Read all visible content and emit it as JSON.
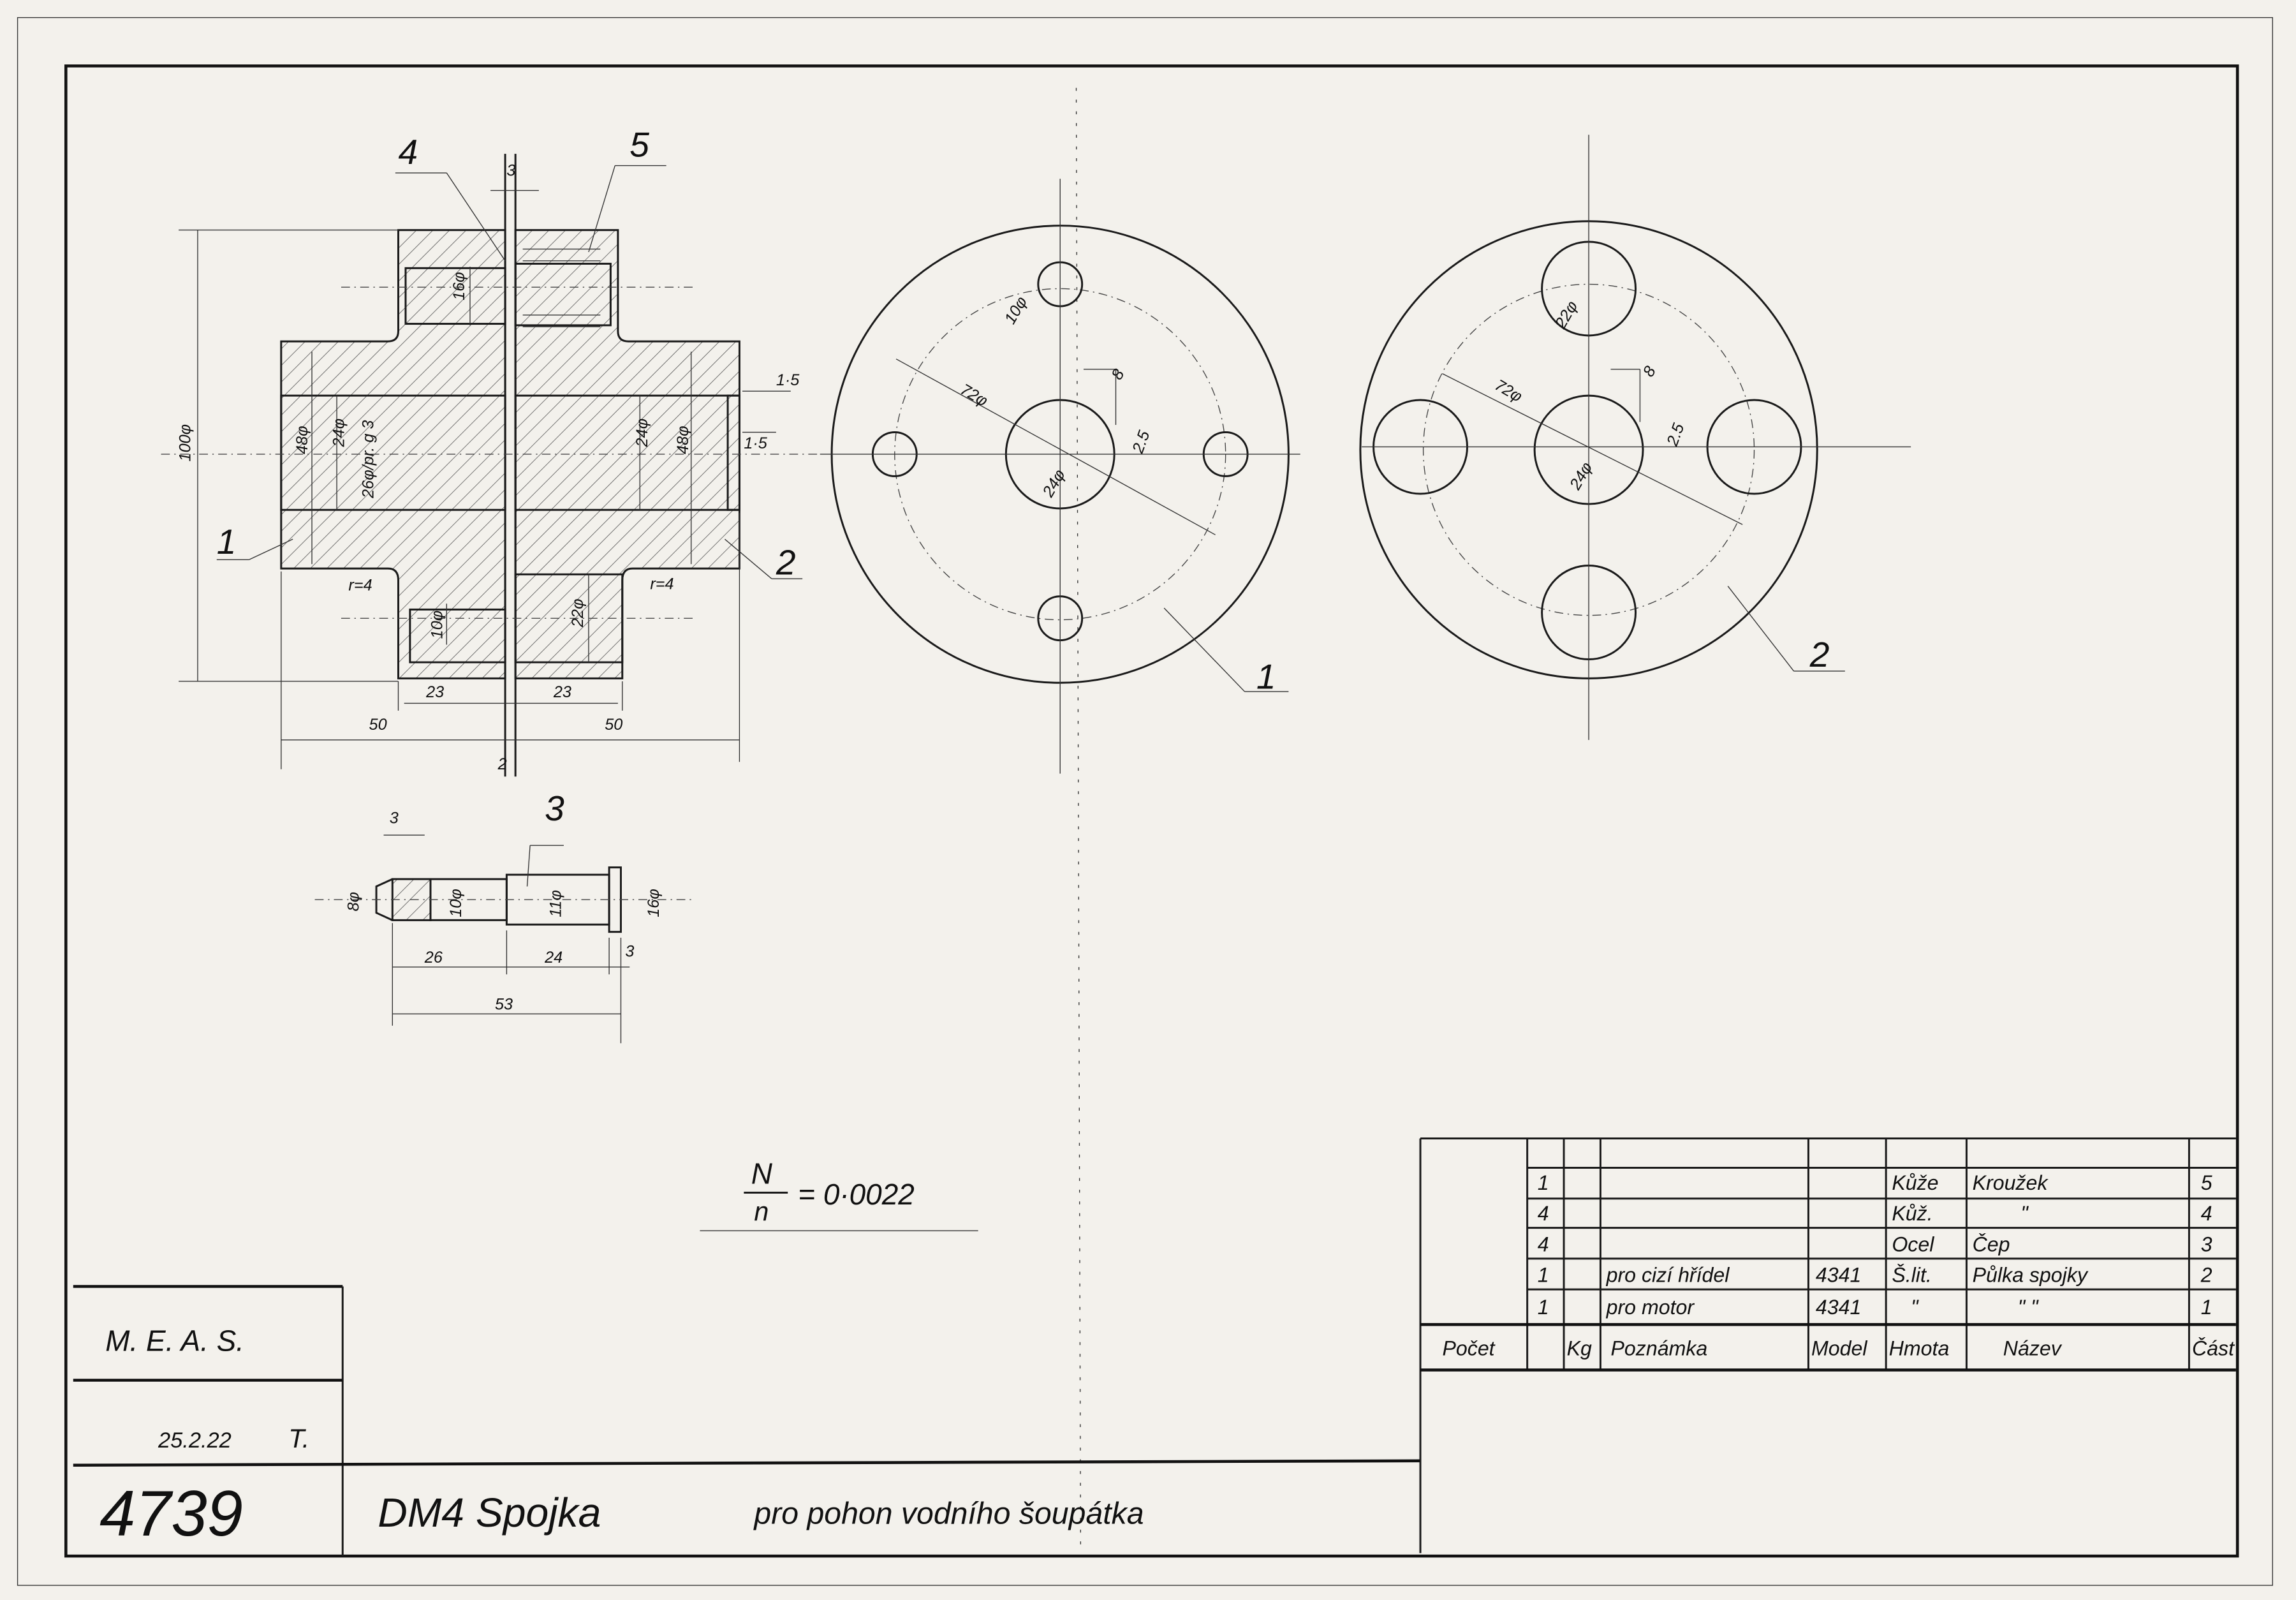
{
  "drawing": {
    "number": "4739",
    "title": "DM4  Spojka",
    "subtitle": "pro pohon vodního šoupátka",
    "company": "M. E. A. S.",
    "date": "25.2.22",
    "signature": "T.",
    "formula": {
      "numerator": "N",
      "denominator": "n",
      "value": "= 0·0022"
    }
  },
  "section_view": {
    "part_labels": [
      "4",
      "5",
      "1",
      "2"
    ],
    "dims": {
      "gap_top": "3",
      "pin_dia": "16φ",
      "overall_dia": "100φ",
      "hub_dia_left": "48φ",
      "bore_left": "24φ",
      "bore_note": "26φ/pr. g 3",
      "bore_right": "24φ",
      "hub_dia_right": "48φ",
      "chamfer_1": "1·5",
      "chamfer_2": "1·5",
      "radius_left": "r=4",
      "radius_right": "r=4",
      "hole_left": "10φ",
      "hole_right": "22φ",
      "flange_left": "23",
      "flange_right": "23",
      "len_left": "50",
      "len_right": "50",
      "gap_bottom": "2"
    }
  },
  "pin_view": {
    "part_label": "3",
    "dims": {
      "head": "3",
      "d1": "8φ",
      "d2": "10φ",
      "d3": "11φ",
      "d4": "16φ",
      "l1": "26",
      "l2": "24",
      "l3": "3",
      "total": "53"
    }
  },
  "end_view_1": {
    "label": "1",
    "hole": "10φ",
    "pcd": "72φ",
    "bore": "24φ",
    "key_w": "8",
    "key_d": "2.5"
  },
  "end_view_2": {
    "label": "2",
    "hole": "22φ",
    "pcd": "72φ",
    "bore": "24φ",
    "key_w": "8",
    "key_d": "2.5"
  },
  "parts_table": {
    "headers": [
      "Počet",
      "Kg",
      "Poznámka",
      "Model",
      "Hmota",
      "Název",
      "Část"
    ],
    "rows": [
      {
        "pocet": "1",
        "poznamka": "",
        "model": "",
        "hmota": "Kůže",
        "nazev": "Kroužek",
        "cast": "5"
      },
      {
        "pocet": "4",
        "poznamka": "",
        "model": "",
        "hmota": "Kůž.",
        "nazev": "\"",
        "cast": "4"
      },
      {
        "pocet": "4",
        "poznamka": "",
        "model": "",
        "hmota": "Ocel",
        "nazev": "Čep",
        "cast": "3"
      },
      {
        "pocet": "1",
        "poznamka": "pro cizí hřídel",
        "model": "4341",
        "hmota": "Š.lit.",
        "nazev": "Půlka spojky",
        "cast": "2"
      },
      {
        "pocet": "1",
        "poznamka": "pro motor",
        "model": "4341",
        "hmota": "\"",
        "nazev": "\"    \"",
        "cast": "1"
      }
    ]
  }
}
